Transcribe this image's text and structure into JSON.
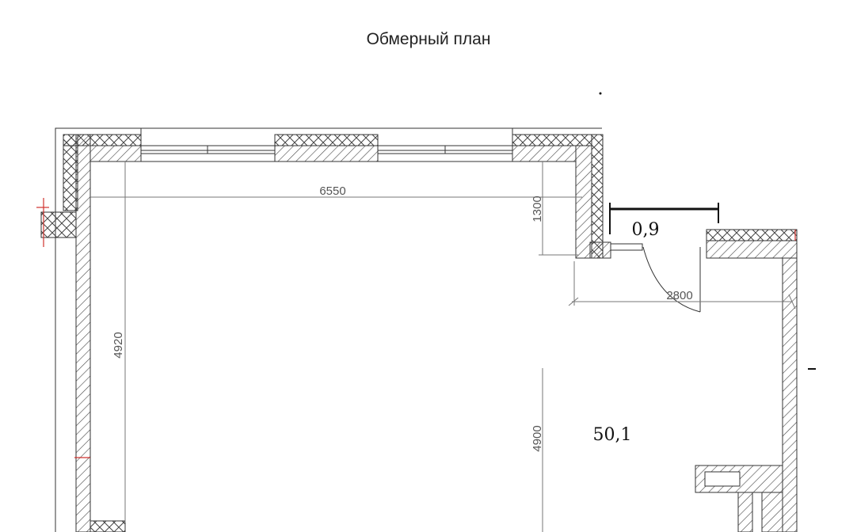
{
  "title": "Обмерный план",
  "dimensions": {
    "top_width": "6550",
    "left_height": "4920",
    "right_top": "1300",
    "right_height": "4900",
    "door_span": "2800"
  },
  "labels": {
    "door_width": "0,9",
    "area": "50,1"
  },
  "colors": {
    "wall_line": "#333333",
    "dimension_line": "#777777",
    "accent_mark": "#d0312d"
  }
}
